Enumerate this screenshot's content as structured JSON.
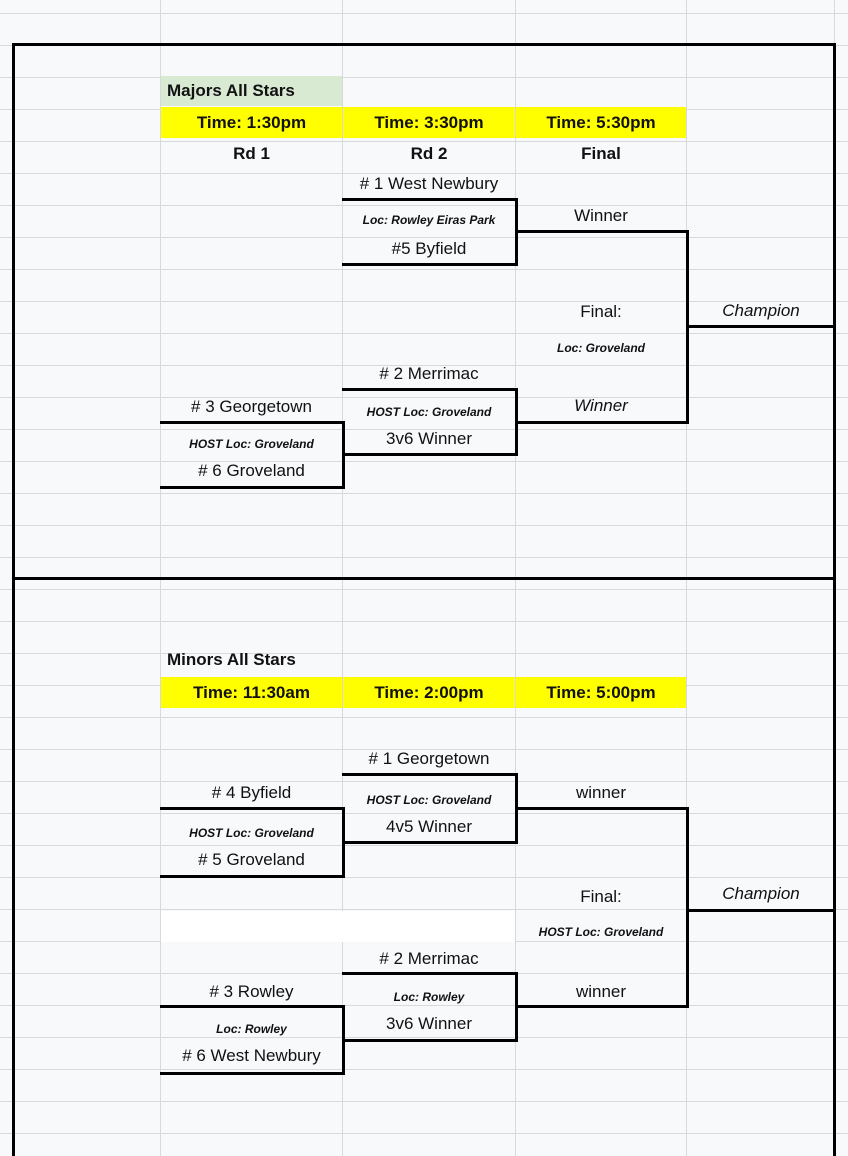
{
  "majors": {
    "title": "Majors All Stars",
    "times": [
      "Time: 1:30pm",
      "Time: 3:30pm",
      "Time: 5:30pm"
    ],
    "rounds": [
      "Rd 1",
      "Rd 2",
      "Final"
    ],
    "rd2_top": {
      "team1": "# 1 West Newbury",
      "loc": "Loc: Rowley Eiras Park",
      "team2": "#5 Byfield"
    },
    "rd1": {
      "team1": "# 3 Georgetown",
      "loc": "HOST Loc: Groveland",
      "team2": "# 6 Groveland"
    },
    "rd2_bottom": {
      "team1": "# 2 Merrimac",
      "loc": "HOST Loc: Groveland",
      "team2": "3v6 Winner"
    },
    "final": {
      "winner_top": "Winner",
      "label": "Final:",
      "loc": "Loc: Groveland",
      "winner_bottom": "Winner",
      "champion": "Champion"
    }
  },
  "minors": {
    "title": "Minors All Stars",
    "times": [
      "Time: 11:30am",
      "Time: 2:00pm",
      "Time: 5:00pm"
    ],
    "rd1_top": {
      "team1": "# 4 Byfield",
      "loc": "HOST Loc: Groveland",
      "team2": "# 5 Groveland"
    },
    "rd2_top": {
      "team1": "# 1 Georgetown",
      "loc": "HOST Loc: Groveland",
      "team2": "4v5 Winner"
    },
    "rd1_bottom": {
      "team1": "# 3 Rowley",
      "loc": "Loc: Rowley",
      "team2": "# 6 West Newbury"
    },
    "rd2_bottom": {
      "team1": "# 2 Merrimac",
      "loc": "Loc: Rowley",
      "team2": "3v6 Winner"
    },
    "final": {
      "winner_top": "winner",
      "label": "Final:",
      "loc": "HOST Loc: Groveland",
      "winner_bottom": "winner",
      "champion": "Champion"
    }
  },
  "colors": {
    "time_highlight": "#ffff00",
    "title_highlight": "#d9ead3",
    "grid": "#d7d9dd",
    "bracket": "#000000"
  }
}
